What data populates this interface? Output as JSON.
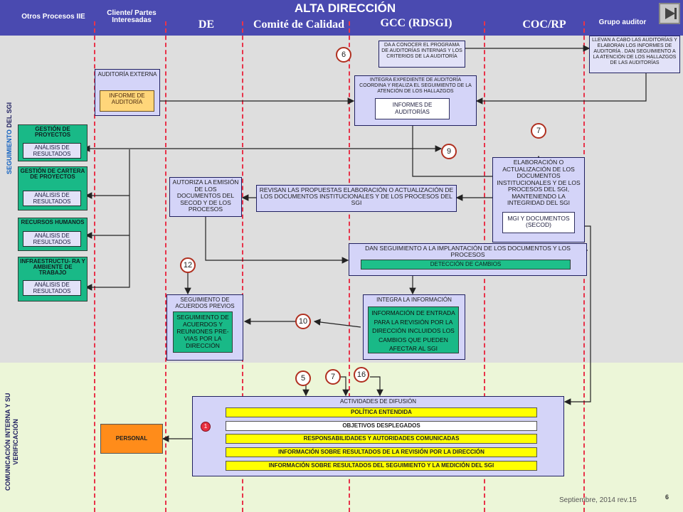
{
  "header": {
    "title": "ALTA DIRECCIÓN",
    "lanes": {
      "otros": "Otros Procesos IIE",
      "cliente_1": "Cliente/ Partes",
      "cliente_2": "Interesadas",
      "de": "DE",
      "comite": "Comité de Calidad",
      "gcc": "GCC (RDSGI)",
      "coc": "COC/RP",
      "auditor": "Grupo auditor"
    }
  },
  "sections": {
    "seguimiento_1": "SEGUIMIENTO",
    "seguimiento_2": " DEL SGI",
    "comunicacion_1": "COMUNICACIÓN INTERNA Y SU",
    "comunicacion_2": "VERIFICACIÓN"
  },
  "boxes": {
    "auditoria_externa": "AUDITORÍA EXTERNA",
    "informe_auditoria": "INFORME DE AUDITORÍA",
    "dar_a_conocer": "DA A CONOCER EL PROGRAMA DE AUDITORÍAS INTERNAS Y LOS CRITERIOS DE LA AUDITORÍA",
    "llevan_a_cabo": "LLEVAN A CABO LAS AUDITORÍAS Y ELABORAN LOS INFORMES DE AUDITORÍA . DAN SEGUIMIENTO A LA ATENCIÓN DE LOS HALLAZGOS DE LAS AUDITORÍAS",
    "integra_expediente": "INTEGRA EXPEDIENTE DE AUDITORÍA COORDINA Y REALIZA EL SEGUIMIENTO DE LA ATENCIÓN DE LOS HALLAZGOS",
    "informes_auditorias": "INFORMES DE AUDITORÍAS",
    "elaboracion": "ELABORACIÓN O ACTUALIZACIÓN DE LOS DOCUMENTOS INSTITUCIONALES Y DE LOS PROCESOS DEL SGI, MANTENIENDO LA INTEGRIDAD DEL SGI",
    "mgi_documentos": "MGI Y DOCUMENTOS (SECOD)",
    "revisan": "REVISAN LAS PROPUESTAS ELABORACIÓN O ACTUALIZACIÓN DE LOS DOCUMENTOS INSTITUCIONALES Y DE LOS PROCESOS DEL SGI",
    "autoriza": "AUTORIZA LA EMISIÓN DE LOS DOCUMENTOS DEL SECOD Y DE LOS PROCESOS",
    "dan_seguimiento": "DAN SEGUIMIENTO A LA IMPLANTACIÓN DE LOS DOCUMENTOS Y LOS PROCESOS",
    "deteccion": "DETECCIÓN DE CAMBIOS",
    "seguimiento_acuerdos_title": "SEGUIMIENTO DE ACUERDOS PREVIOS",
    "seguimiento_acuerdos_body": "SEGUIMIENTO DE ACUERDOS Y REUNIONES PRE- VIAS POR LA DIRECCIÓN",
    "integra_info_title": "INTEGRA LA INFORMACIÓN",
    "integra_info_body": "INFORMACIÓN DE ENTRADA PARA LA REVISIÓN POR LA DIRECCIÓN INCLUIDOS LOS CAMBIOS QUE PUEDEN AFECTAR AL SGI",
    "actividades": "ACTIVIDADES DE DIFUSIÓN",
    "personal": "PERSONAL"
  },
  "green_boxes": [
    {
      "title": "GESTIÓN DE PROYECTOS",
      "inner": "ANÁLISIS DE RESULTADOS"
    },
    {
      "title": "GESTIÓN DE CARTERA DE PROYECTOS",
      "inner": "ANÁLISIS DE RESULTADOS"
    },
    {
      "title": "RECURSOS HUMANOS",
      "inner": "ANÁLISIS DE RESULTADOS"
    },
    {
      "title": "INFRAESTRUCTU- RA Y AMBIENTE DE TRABAJO",
      "inner": "ANÁLISIS DE RESULTADOS"
    }
  ],
  "difusion_items": [
    "POLÍTICA ENTENDIDA",
    "OBJETIVOS DESPLEGADOS",
    "RESPONSABILIDADES Y AUTORIDADES COMUNICADAS",
    "INFORMACIÓN SOBRE RESULTADOS DE LA REVISIÓN POR LA DIRECCIÓN",
    "INFORMACIÓN SOBRE RESULTADOS DEL SEGUIMIENTO Y LA MEDICIÓN DEL SGI"
  ],
  "markers": {
    "m6": "6",
    "m7a": "7",
    "m9": "9",
    "m12": "12",
    "m10": "10",
    "m5": "5",
    "m7b": "7",
    "m16": "16",
    "m1": "1"
  },
  "footer": {
    "date": "Septiembre, 2014 rev.15",
    "page": "6"
  },
  "colors": {
    "header": "#4a4ab0",
    "lane_divider": "#e8334a",
    "activity": "#d4d4f8",
    "process": "#19b987"
  }
}
